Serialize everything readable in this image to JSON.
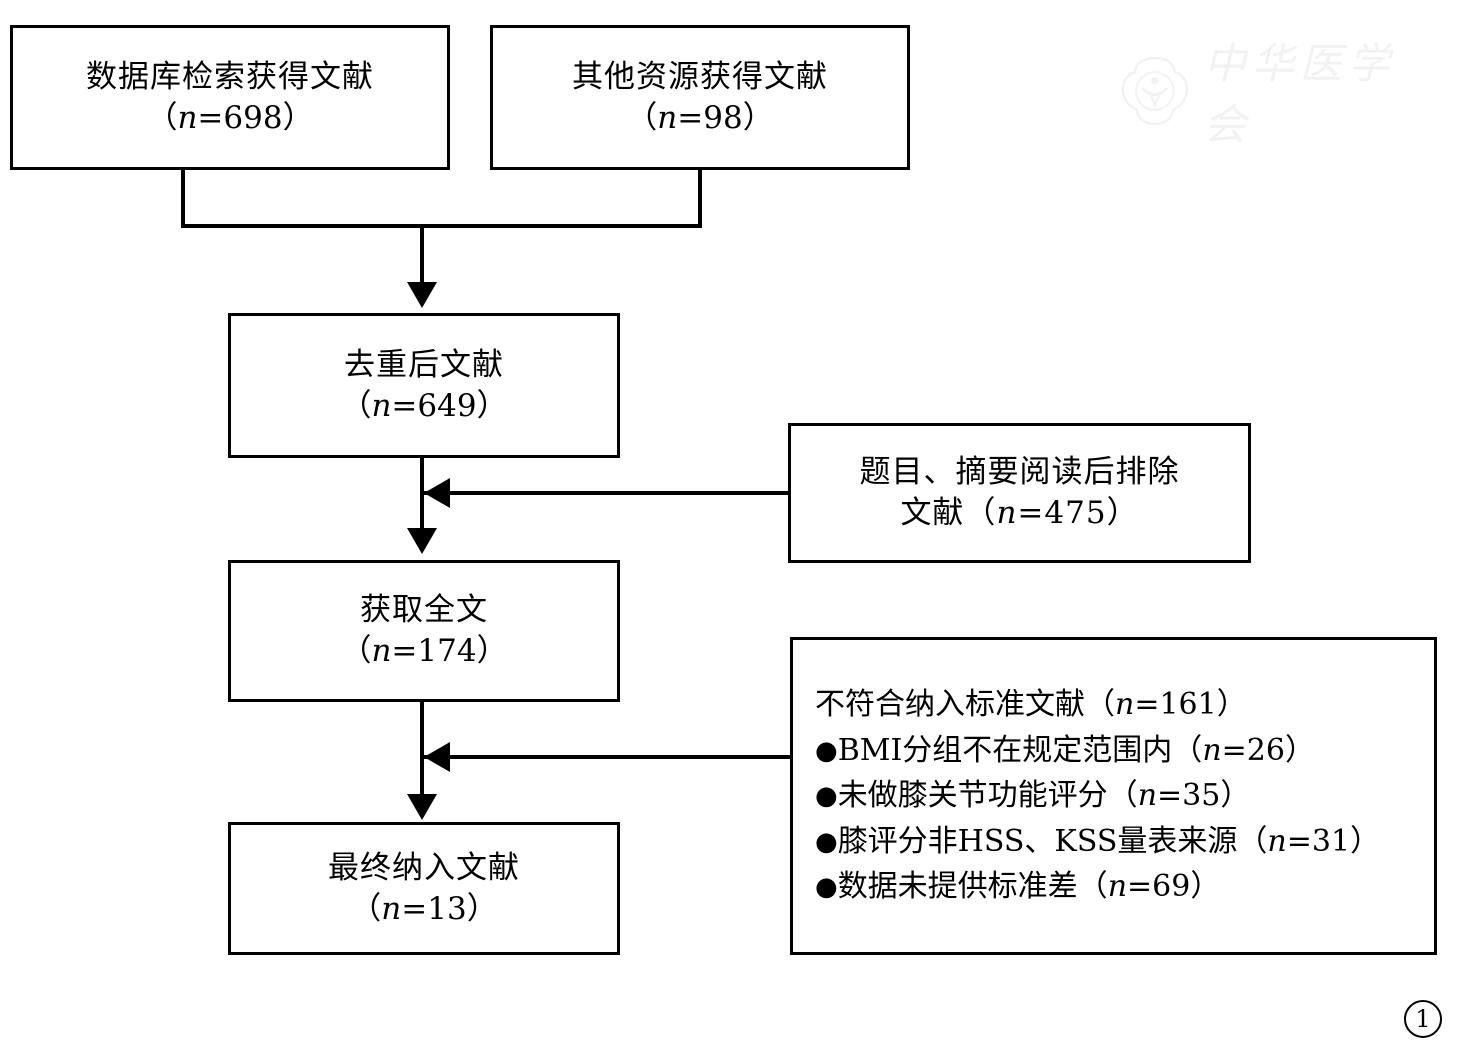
{
  "figure": {
    "type": "prisma-study-selection-flowchart",
    "marker": "1",
    "watermark": {
      "emblem": "circular-seal-emblem",
      "text": "中华医学会"
    }
  },
  "boxes": {
    "db_search": {
      "title": "数据库检索获得文献",
      "count_prefix": "（",
      "n_symbol": "n",
      "n_value": "=698",
      "count_suffix": "）"
    },
    "other_sources": {
      "title": "其他资源获得文献",
      "count_prefix": "（",
      "n_symbol": "n",
      "n_value": "=98",
      "count_suffix": "）"
    },
    "deduplicated": {
      "title": "去重后文献",
      "count_prefix": "（",
      "n_symbol": "n",
      "n_value": "=649",
      "count_suffix": "）"
    },
    "full_text": {
      "title": "获取全文",
      "count_prefix": "（",
      "n_symbol": "n",
      "n_value": "=174",
      "count_suffix": "）"
    },
    "included": {
      "title": "最终纳入文献",
      "count_prefix": "（",
      "n_symbol": "n",
      "n_value": "=13",
      "count_suffix": "）"
    },
    "excluded_title_abstract": {
      "line1": "题目、摘要阅读后排除",
      "line2_prefix": "文献（",
      "n_symbol": "n",
      "n_value": "=475",
      "line2_suffix": "）"
    },
    "excluded_criteria": {
      "heading_prefix": "不符合纳入标准文献（",
      "heading_n": "n",
      "heading_value": "=161",
      "heading_suffix": "）",
      "items": [
        {
          "bullet": "●",
          "text": "BMI分组不在规定范围内（",
          "n": "n",
          "value": "=26",
          "suffix": "）"
        },
        {
          "bullet": "●",
          "text": "未做膝关节功能评分（",
          "n": "n",
          "value": "=35",
          "suffix": "）"
        },
        {
          "bullet": "●",
          "text": "膝评分非HSS、KSS量表来源（",
          "n": "n",
          "value": "=31",
          "suffix": "）"
        },
        {
          "bullet": "●",
          "text": "数据未提供标准差（",
          "n": "n",
          "value": "=69",
          "suffix": "）"
        }
      ]
    }
  },
  "flow": {
    "edges": [
      "db_search -> deduplicated",
      "other_sources -> deduplicated",
      "deduplicated -> full_text",
      "full_text -> included",
      "excluded_title_abstract -> deduplicated_to_fulltext_path",
      "excluded_criteria -> fulltext_to_included_path"
    ]
  },
  "colors": {
    "stroke": "#000000",
    "background": "#ffffff",
    "watermark": "#f2f2f2"
  }
}
